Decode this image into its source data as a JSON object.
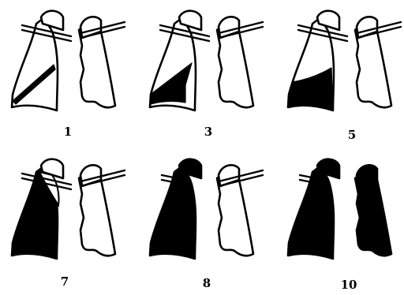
{
  "panels": [
    {
      "label": "1",
      "stage": "thin-basal-wedge"
    },
    {
      "label": "3",
      "stage": "small-basal-wedge"
    },
    {
      "label": "5",
      "stage": "basal-band"
    },
    {
      "label": "7",
      "stage": "upper-lobe-segment"
    },
    {
      "label": "8",
      "stage": "whole-right-lung"
    },
    {
      "label": "10",
      "stage": "both-lungs"
    }
  ],
  "colors": {
    "ink": "#000000",
    "paper": "#ffffff"
  }
}
